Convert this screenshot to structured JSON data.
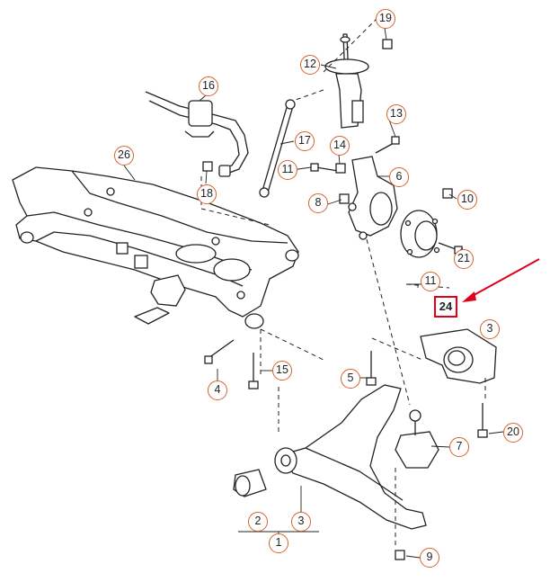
{
  "diagram": {
    "accent_color": "#d9602b",
    "highlight_color": "#e0001a",
    "callouts": [
      {
        "id": "c1",
        "label": "1"
      },
      {
        "id": "c2",
        "label": "2"
      },
      {
        "id": "c3a",
        "label": "3"
      },
      {
        "id": "c3b",
        "label": "3"
      },
      {
        "id": "c4",
        "label": "4"
      },
      {
        "id": "c5",
        "label": "5"
      },
      {
        "id": "c6",
        "label": "6"
      },
      {
        "id": "c7",
        "label": "7"
      },
      {
        "id": "c8",
        "label": "8"
      },
      {
        "id": "c9",
        "label": "9"
      },
      {
        "id": "c10",
        "label": "10"
      },
      {
        "id": "c11a",
        "label": "11"
      },
      {
        "id": "c11b",
        "label": "11"
      },
      {
        "id": "c12",
        "label": "12"
      },
      {
        "id": "c13",
        "label": "13"
      },
      {
        "id": "c14",
        "label": "14"
      },
      {
        "id": "c15",
        "label": "15"
      },
      {
        "id": "c16",
        "label": "16"
      },
      {
        "id": "c17",
        "label": "17"
      },
      {
        "id": "c18",
        "label": "18"
      },
      {
        "id": "c19",
        "label": "19"
      },
      {
        "id": "c20",
        "label": "20"
      },
      {
        "id": "c21",
        "label": "21"
      },
      {
        "id": "c26",
        "label": "26"
      },
      {
        "id": "c24",
        "label": "24"
      }
    ]
  }
}
